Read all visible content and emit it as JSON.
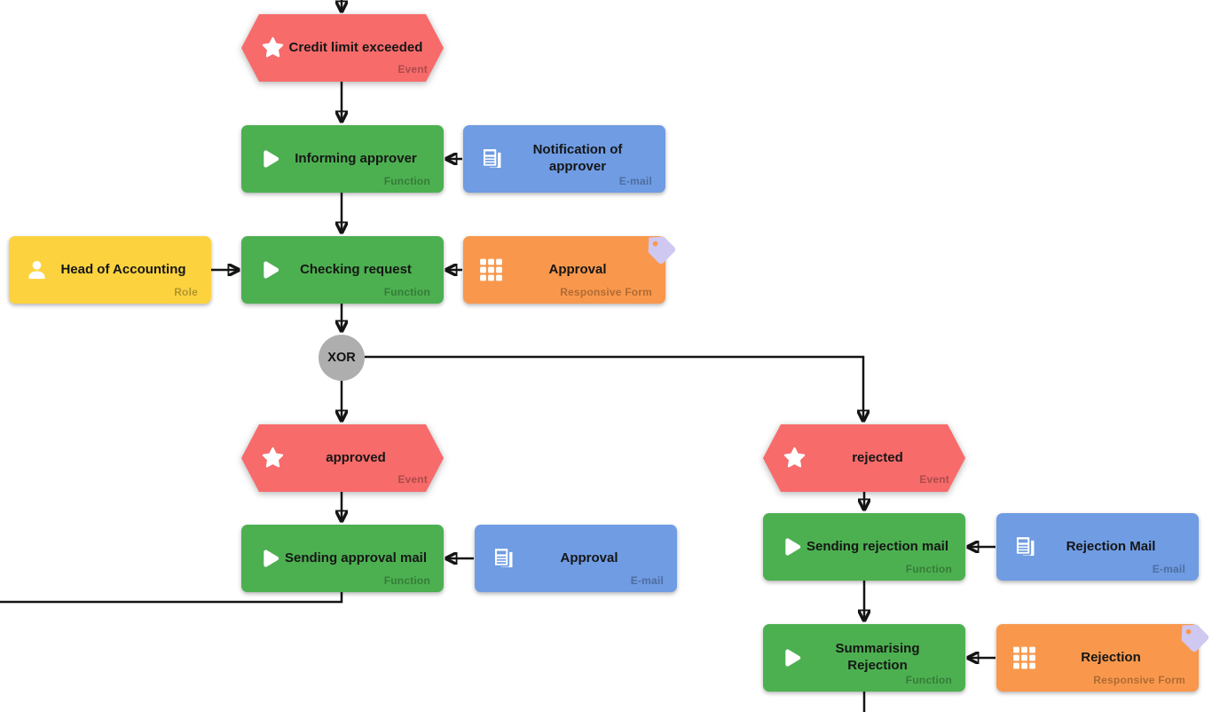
{
  "connector": {
    "label": "XOR"
  },
  "nodes": {
    "credit_limit_exceeded": {
      "label": "Credit limit exceeded",
      "type": "Event"
    },
    "informing_approver": {
      "label": "Informing approver",
      "type": "Function"
    },
    "notification_of_approver": {
      "label": "Notification of approver",
      "type": "E-mail"
    },
    "head_of_accounting": {
      "label": "Head of Accounting",
      "type": "Role"
    },
    "checking_request": {
      "label": "Checking request",
      "type": "Function"
    },
    "approval_form": {
      "label": "Approval",
      "type": "Responsive Form"
    },
    "approved": {
      "label": "approved",
      "type": "Event"
    },
    "rejected": {
      "label": "rejected",
      "type": "Event"
    },
    "sending_approval_mail": {
      "label": "Sending approval mail",
      "type": "Function"
    },
    "approval_mail": {
      "label": "Approval",
      "type": "E-mail"
    },
    "sending_rejection_mail": {
      "label": "Sending rejection mail",
      "type": "Function"
    },
    "rejection_mail": {
      "label": "Rejection Mail",
      "type": "E-mail"
    },
    "summarising_rejection": {
      "label": "Summarising Rejection",
      "type": "Function"
    },
    "rejection_form": {
      "label": "Rejection",
      "type": "Responsive Form"
    }
  },
  "icons": {
    "event": "star-icon",
    "function": "play-icon",
    "email": "document-icon",
    "role": "person-icon",
    "form": "grid-icon",
    "attachment": "tag-icon"
  },
  "colors": {
    "event": "#f76b6b",
    "function": "#4cb050",
    "email": "#6f9ce3",
    "role": "#fcd33f",
    "form": "#f9984c",
    "connector": "#aeaeae",
    "tag": "#cfc8f0",
    "line": "#141414"
  }
}
